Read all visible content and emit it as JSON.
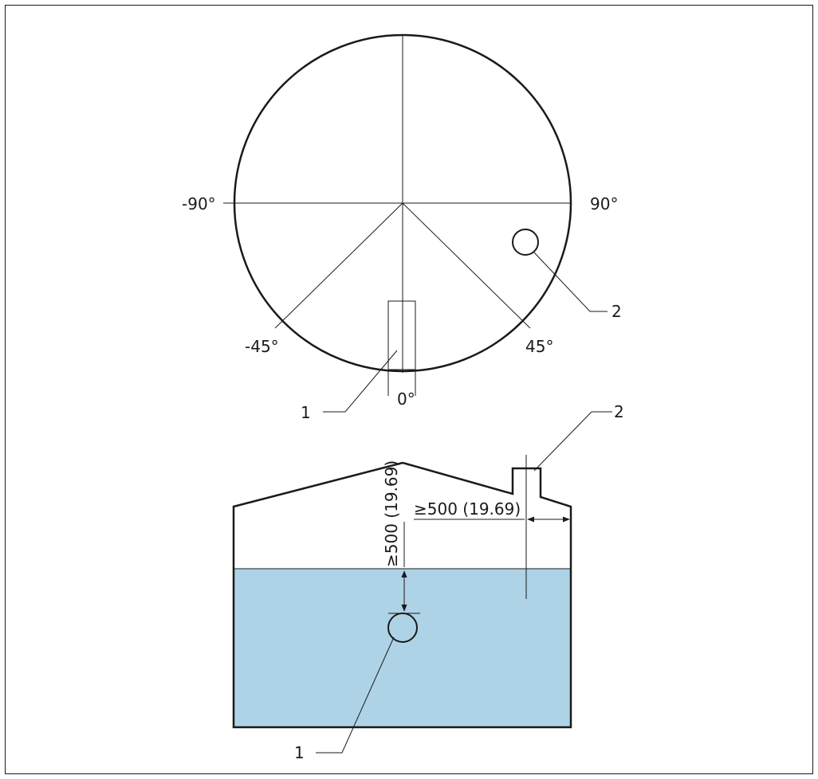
{
  "top_view": {
    "angle_labels": {
      "neg90": "-90°",
      "pos90": "90°",
      "neg45": "-45°",
      "pos45": "45°",
      "zero": "0°"
    },
    "callouts": {
      "sensor": "1",
      "nozzle": "2"
    }
  },
  "side_view": {
    "callouts": {
      "nozzle": "2",
      "sensor": "1"
    },
    "dimensions": {
      "horizontal": "≥500 (19.69)",
      "vertical": "≥500 (19.69)"
    },
    "colors": {
      "liquid": "#aed3e6",
      "line": "#1a1a1a"
    }
  }
}
